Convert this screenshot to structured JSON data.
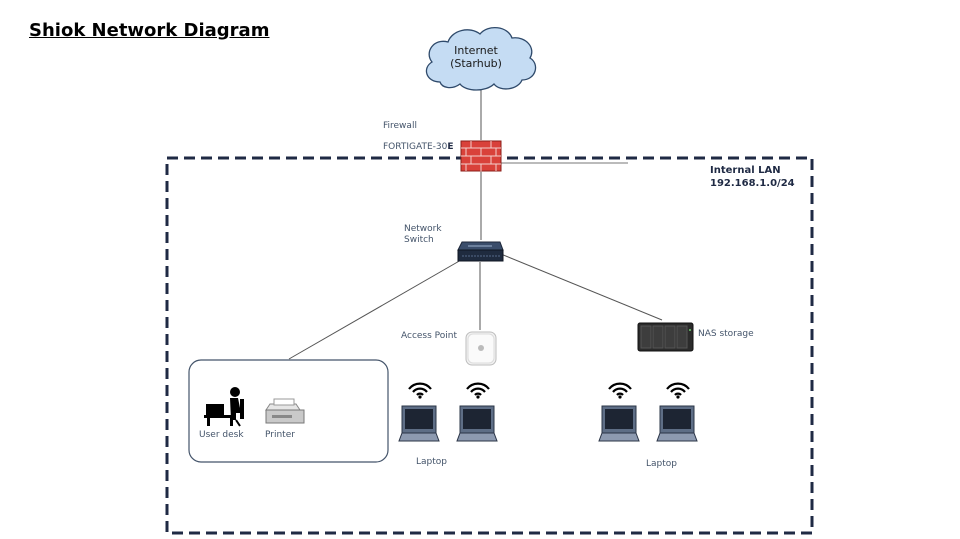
{
  "title": "Shiok Network Diagram",
  "internet": {
    "line1": "Internet",
    "line2": "(Starhub)"
  },
  "firewall": {
    "label": "Firewall",
    "model_prefix": "FORTIGATE-30",
    "model_suffix": "E"
  },
  "lan": {
    "name": "Internal LAN",
    "subnet": "192.168.1.0/24"
  },
  "switch": {
    "line1": "Network",
    "line2": "Switch"
  },
  "access_point": {
    "label": "Access Point"
  },
  "nas": {
    "label": "NAS storage"
  },
  "user_desk": {
    "label": "User desk"
  },
  "printer": {
    "label": "Printer"
  },
  "laptops_left": {
    "label": "Laptop"
  },
  "laptops_right": {
    "label": "Laptop"
  },
  "colors": {
    "lan_border": "#1f2a44",
    "cloud_fill": "#c5dcf3",
    "cloud_stroke": "#2f4a6b",
    "firewall": "#d9413a",
    "label_text": "#44546a"
  }
}
